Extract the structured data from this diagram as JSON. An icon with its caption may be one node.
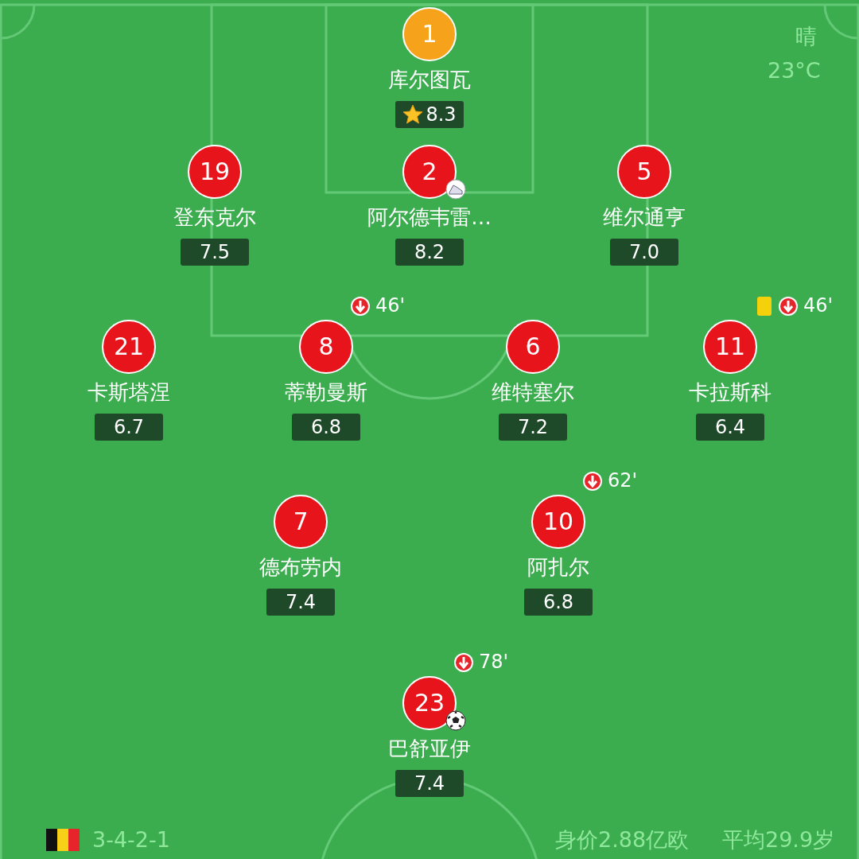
{
  "diagram": {
    "nodes": [
      {
        "text": [
          "1",
          "库尔图瓦",
          "8.3"
        ]
      },
      {
        "text": [
          "19",
          "登东克尔",
          "7.5"
        ]
      },
      {
        "text": [
          "2",
          "阿尔德韦雷…",
          "8.2"
        ]
      },
      {
        "text": [
          "5",
          "维尔通亨",
          "7.0"
        ]
      },
      {
        "text": [
          "21",
          "卡斯塔涅",
          "6.7"
        ]
      },
      {
        "text": [
          "8",
          "蒂勒曼斯",
          "6.8"
        ],
        "beside": [
          "46'"
        ]
      },
      {
        "text": [
          "6",
          "维特塞尔",
          "7.2"
        ]
      },
      {
        "text": [
          "11",
          "卡拉斯科",
          "6.4"
        ],
        "beside": [
          "46'"
        ]
      },
      {
        "text": [
          "7",
          "德布劳内",
          "7.4"
        ]
      },
      {
        "text": [
          "10",
          "阿扎尔",
          "6.8"
        ],
        "beside": [
          "62'"
        ]
      },
      {
        "text": [
          "23",
          "巴舒亚伊",
          "7.4"
        ],
        "beside": [
          "78'"
        ]
      }
    ],
    "labels": [
      "晴",
      "23°C",
      "3-4-2-1",
      "身价2.88亿欧",
      "平均29.9岁"
    ]
  }
}
